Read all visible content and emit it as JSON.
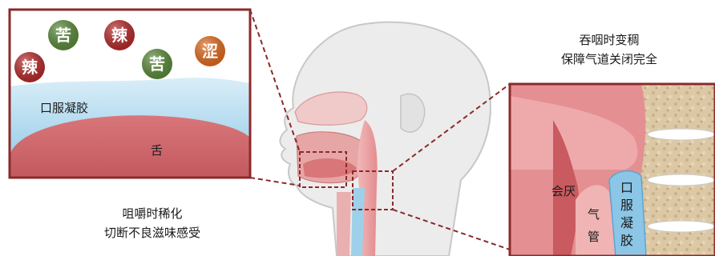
{
  "taste_balls": [
    {
      "label": "苦",
      "color": "#5a8a3a"
    },
    {
      "label": "辣",
      "color": "#b52a2a"
    },
    {
      "label": "辣",
      "color": "#b52a2a"
    },
    {
      "label": "苦",
      "color": "#5a8a3a"
    },
    {
      "label": "涩",
      "color": "#e06a1e"
    }
  ],
  "left_inset": {
    "gel_label": "口服凝胶",
    "tongue_label": "舌",
    "border_color": "#8b2a2a"
  },
  "right_inset": {
    "epiglottis_label": "会厌",
    "trachea_label": "气管",
    "gel_label_chars": [
      "口",
      "服",
      "凝",
      "胶"
    ],
    "border_color": "#8b2a2a"
  },
  "captions": {
    "chewing_line1": "咀嚼时稀化",
    "chewing_line2": "切断不良滋味感受",
    "swallow_line1": "吞咽时变稠",
    "swallow_line2": "保障气道关闭完全"
  }
}
